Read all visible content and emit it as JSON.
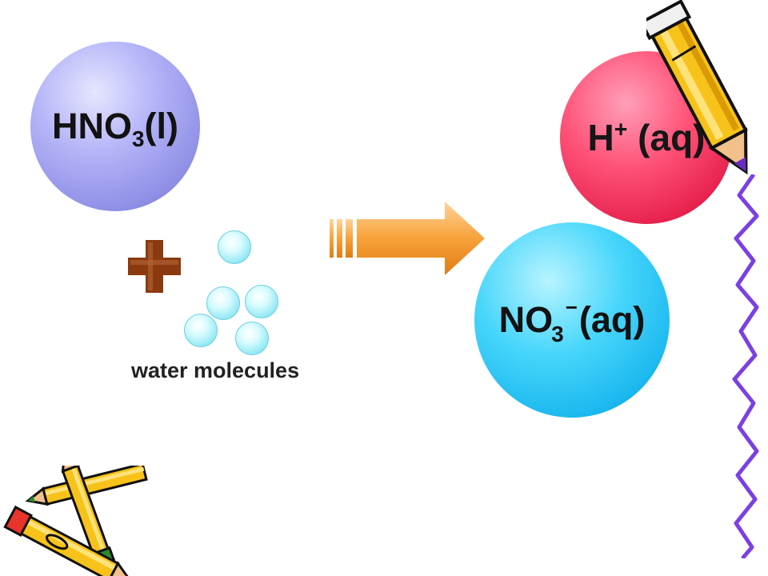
{
  "reactant": {
    "formula_main": "HNO",
    "formula_sub": "3",
    "formula_tail": "(l)"
  },
  "water": {
    "caption": "water molecules"
  },
  "products": {
    "cation": {
      "base": "H",
      "charge": "+",
      "state": " (aq)"
    },
    "anion": {
      "base": "NO",
      "sub": "3",
      "charge": "−",
      "state": "(aq)"
    }
  },
  "colors": {
    "hno3_sphere": "#a6a6f2",
    "h_sphere": "#ff3d6b",
    "no3_sphere": "#2ec6f6",
    "water_sphere": "#bff2f8",
    "plus_sign": "#8b3a10",
    "arrow": "#f7a23a",
    "squiggle": "#7b3fe4"
  }
}
